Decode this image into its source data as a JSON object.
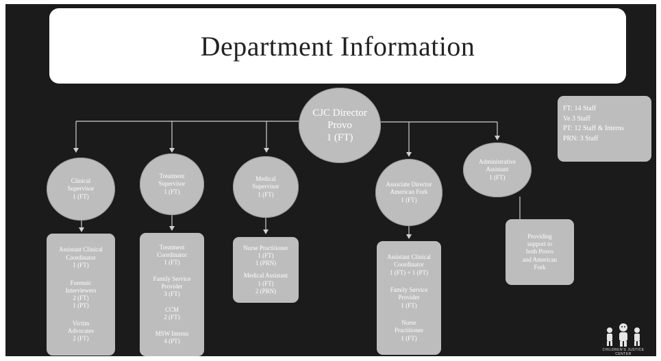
{
  "title": "Department Information",
  "director": {
    "name": "CJC Director",
    "location": "Provo",
    "staff": "1 (FT)"
  },
  "staff_summary": [
    "FT: 14 Staff",
    "Ve 3 Staff",
    "PT: 12 Staff & Interns",
    "PRN: 3 Staff"
  ],
  "branches": [
    {
      "role": [
        "Clinical",
        "Supervisor"
      ],
      "staff": "1 (FT)",
      "children": [
        {
          "lines": [
            "Assistant Clinical",
            "Coordinator",
            "1 (FT)"
          ]
        },
        {
          "lines": [
            "Forensic",
            "Interviewers",
            "2 (FT)",
            "1 (PT)"
          ]
        },
        {
          "lines": [
            "Victim",
            "Advocates",
            "2 (FT)"
          ]
        }
      ]
    },
    {
      "role": [
        "Treatment",
        "Supervisor"
      ],
      "staff": "1 (FT)",
      "children": [
        {
          "lines": [
            "Treatment",
            "Coordinator",
            "1 (FT)"
          ]
        },
        {
          "lines": [
            "Family Service",
            "Provider",
            "3 (FT)"
          ]
        },
        {
          "lines": [
            "CCM",
            "2 (FT)"
          ]
        },
        {
          "lines": [
            "MSW Interns",
            "4 (PT)"
          ]
        }
      ]
    },
    {
      "role": [
        "Medical",
        "Supervisor"
      ],
      "staff": "1 (FT)",
      "children": [
        {
          "lines": [
            "Nurse Practitioner",
            "1 (FT)",
            "1 (PRN)"
          ]
        },
        {
          "lines": [
            "Medical Assistant",
            "1 (FT)",
            "2 (PRN)"
          ]
        }
      ]
    },
    {
      "role": [
        "Associate Director",
        "American Fork"
      ],
      "staff": "1 (FT)",
      "children": [
        {
          "lines": [
            "Assistant Clinical",
            "Coordinator",
            "1 (FT) + 1 (PT)"
          ]
        },
        {
          "lines": [
            "Family Service",
            "Provider",
            "1 (FT)"
          ]
        },
        {
          "lines": [
            "Nurse",
            "Practitioner",
            "1 (FT)"
          ]
        }
      ]
    },
    {
      "role": [
        "Administrative",
        "Assistant"
      ],
      "staff": "1 (FT)",
      "children": [
        {
          "lines": [
            "Providing",
            "support to",
            "both Provo",
            "and American",
            "Fork"
          ]
        }
      ]
    }
  ],
  "logo_text": "CHILDREN'S JUSTICE CENTER",
  "colors": {
    "background": "#1b1b1b",
    "node": "#bdbdbd",
    "title_bg": "#ffffff",
    "connector": "#d0d0d0"
  }
}
